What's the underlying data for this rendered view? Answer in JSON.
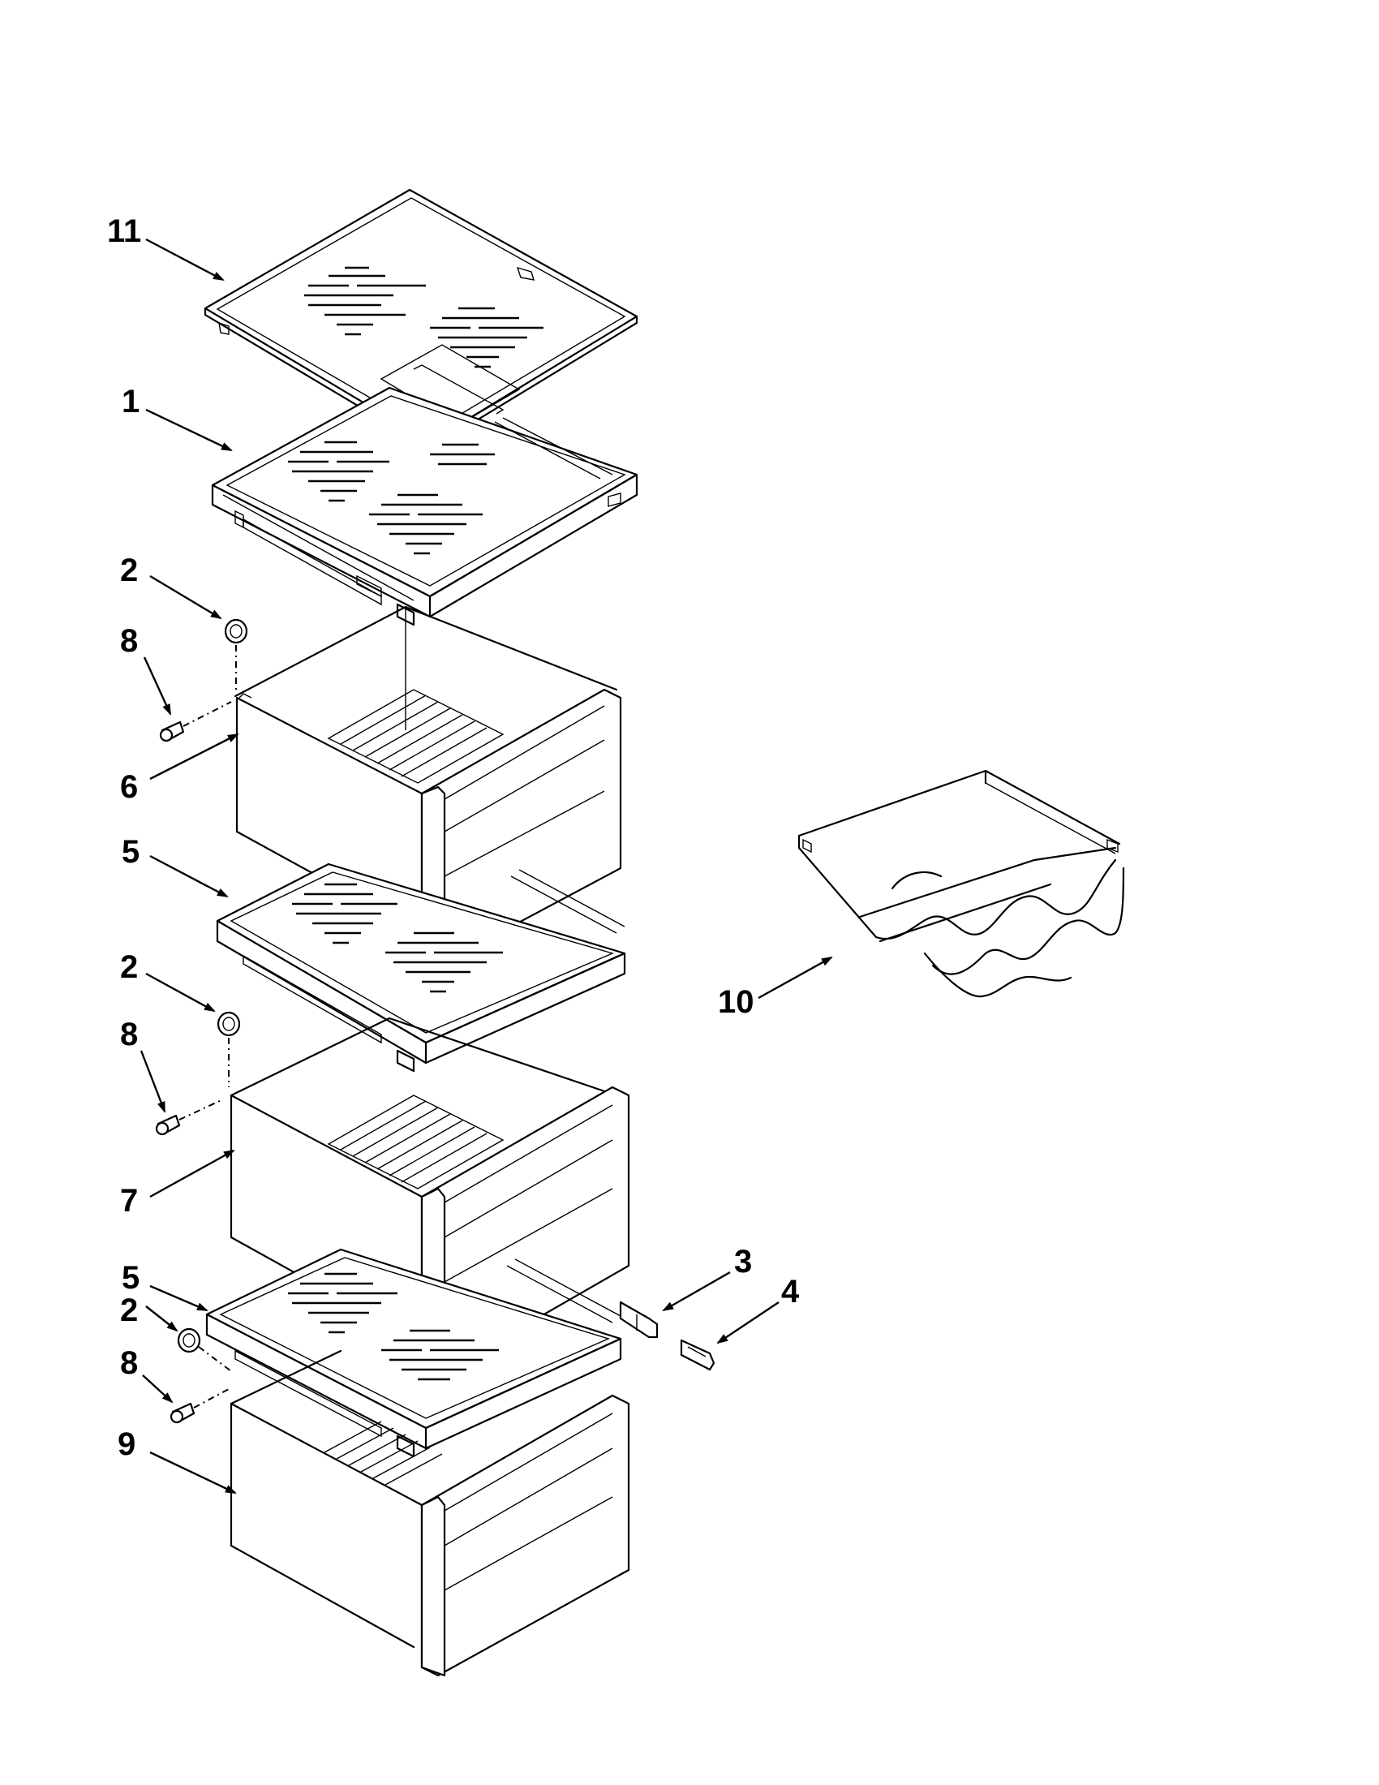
{
  "callouts": {
    "c11": "11",
    "c1": "1",
    "c2a": "2",
    "c8a": "8",
    "c6": "6",
    "c5a": "5",
    "c2b": "2",
    "c8b": "8",
    "c7": "7",
    "c5b": "5",
    "c2c": "2",
    "c8c": "8",
    "c9": "9",
    "c3": "3",
    "c4": "4",
    "c10": "10"
  }
}
